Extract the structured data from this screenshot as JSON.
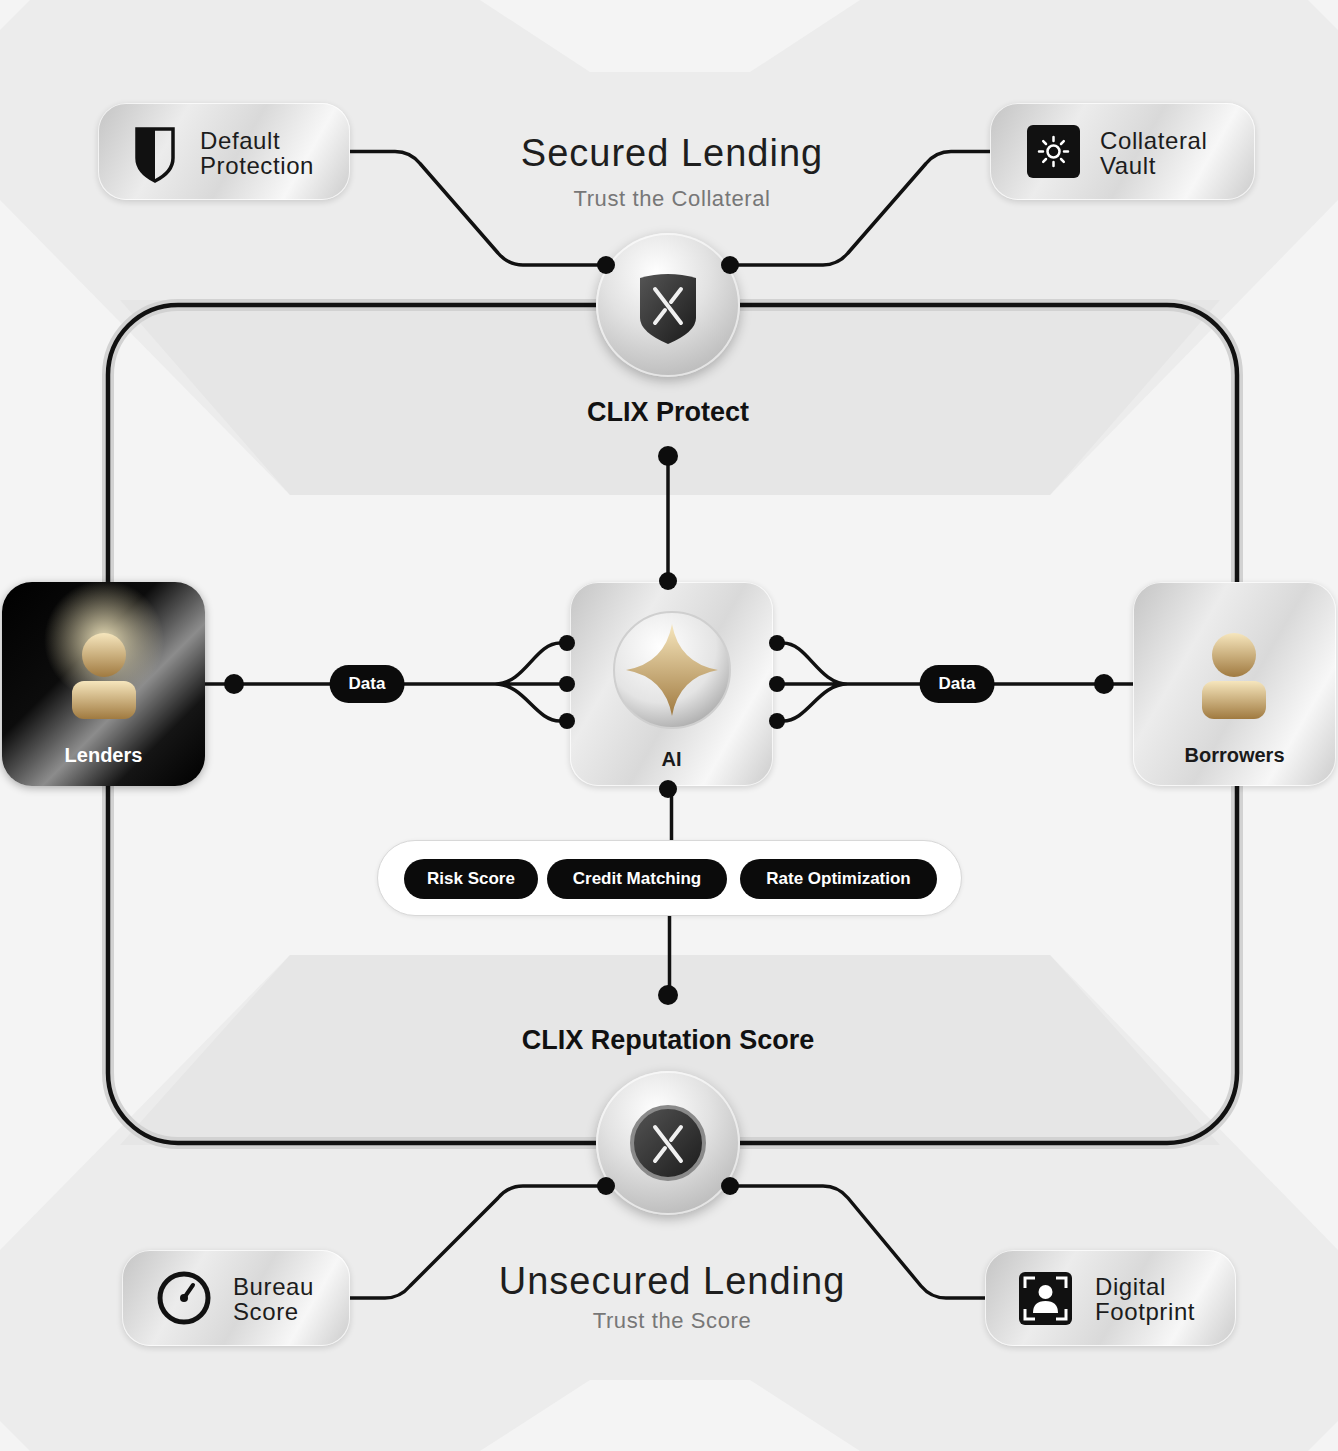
{
  "diagram": {
    "nodes": [
      {
        "text": [
          "Default Protection"
        ]
      },
      {
        "text": [
          "Collateral Vault"
        ]
      },
      {
        "text": [
          "CLIX Protect"
        ]
      },
      {
        "text": [
          "Lenders"
        ]
      },
      {
        "text": [
          "AI"
        ]
      },
      {
        "text": [
          "Borrowers"
        ]
      },
      {
        "text": []
      },
      {
        "text": [
          "Risk Score"
        ],
        "in": 6
      },
      {
        "text": [
          "Credit Matching"
        ],
        "in": 6
      },
      {
        "text": [
          "Rate Optimization"
        ],
        "in": 6
      },
      {
        "text": [
          "CLIX Reputation Score"
        ]
      },
      {
        "text": [
          "Bureau Score"
        ]
      },
      {
        "text": [
          "Digital Footprint"
        ]
      }
    ],
    "edges": [
      {
        "from": 0,
        "to": 2,
        "arrow": "none"
      },
      {
        "from": 2,
        "to": 1,
        "arrow": "none"
      },
      {
        "from": 2,
        "to": 4,
        "arrow": "none"
      },
      {
        "from": 3,
        "to": 4,
        "label": "Data",
        "arrow": "none"
      },
      {
        "from": 4,
        "to": 5,
        "label": "Data",
        "arrow": "none"
      },
      {
        "from": 4,
        "to": 6,
        "arrow": "none"
      },
      {
        "from": 6,
        "to": 10,
        "arrow": "none"
      },
      {
        "from": 11,
        "to": 10,
        "arrow": "none"
      },
      {
        "from": 10,
        "to": 12,
        "arrow": "none"
      },
      {
        "from": 2,
        "to": 3,
        "arrow": "none"
      },
      {
        "from": 3,
        "to": 10,
        "arrow": "none"
      },
      {
        "from": 10,
        "to": 5,
        "arrow": "none"
      },
      {
        "from": 5,
        "to": 2,
        "arrow": "none"
      }
    ],
    "labels": [
      "Secured Lending",
      "Trust the Collateral",
      "Unsecured Lending",
      "Trust the Score"
    ]
  }
}
